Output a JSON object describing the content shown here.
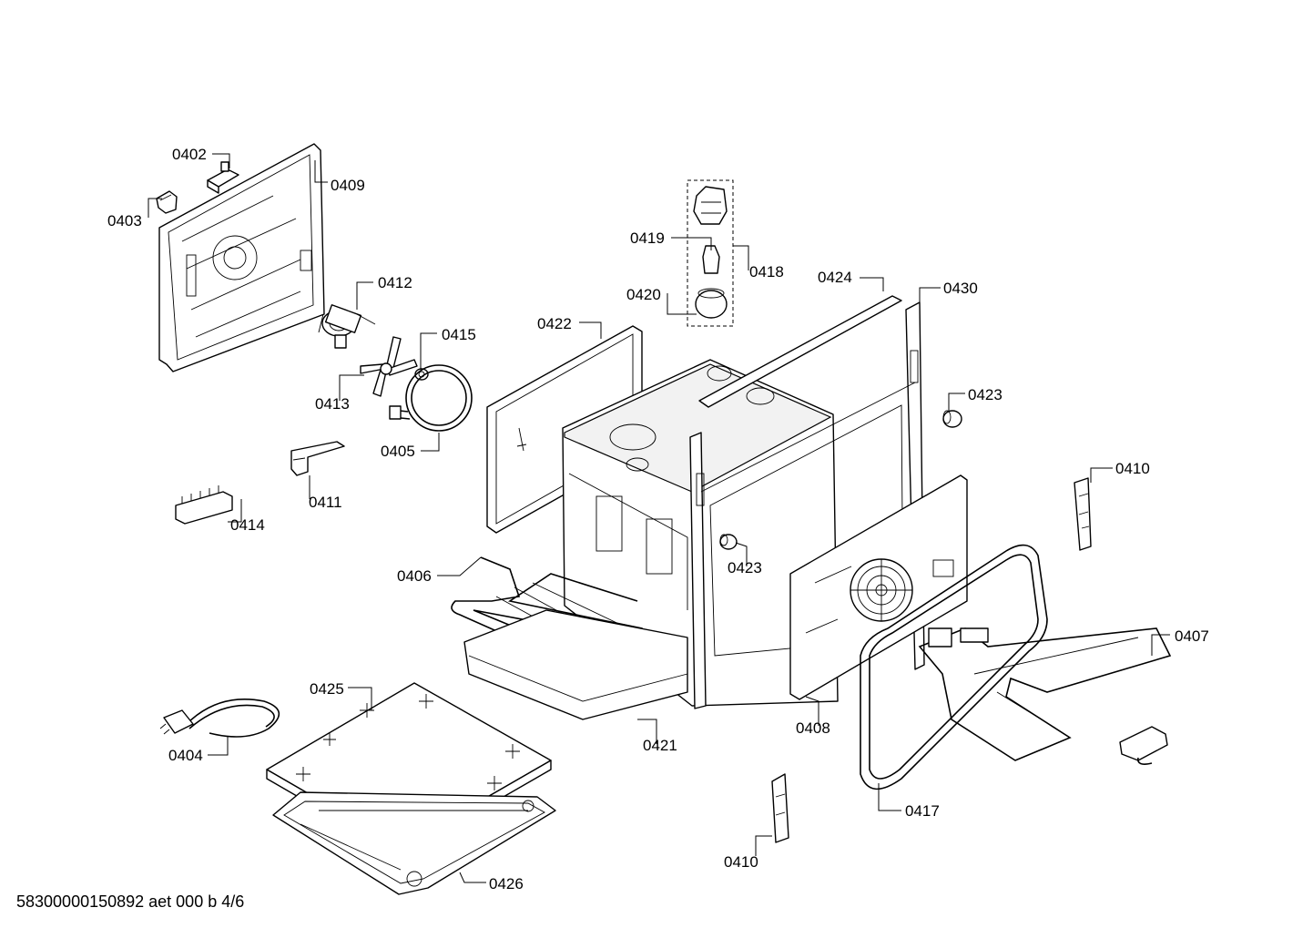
{
  "labels": {
    "p0402": "0402",
    "p0403": "0403",
    "p0409": "0409",
    "p0412": "0412",
    "p0413": "0413",
    "p0415": "0415",
    "p0405": "0405",
    "p0411": "0411",
    "p0414": "0414",
    "p0419": "0419",
    "p0418": "0418",
    "p0420": "0420",
    "p0422": "0422",
    "p0424": "0424",
    "p0430": "0430",
    "p0423a": "0423",
    "p0423b": "0423",
    "p0410a": "0410",
    "p0410b": "0410",
    "p0406": "0406",
    "p0407": "0407",
    "p0408": "0408",
    "p0421": "0421",
    "p0425": "0425",
    "p0404": "0404",
    "p0417": "0417",
    "p0426": "0426"
  },
  "footer": "58300000150892 aet 000 b 4/6"
}
